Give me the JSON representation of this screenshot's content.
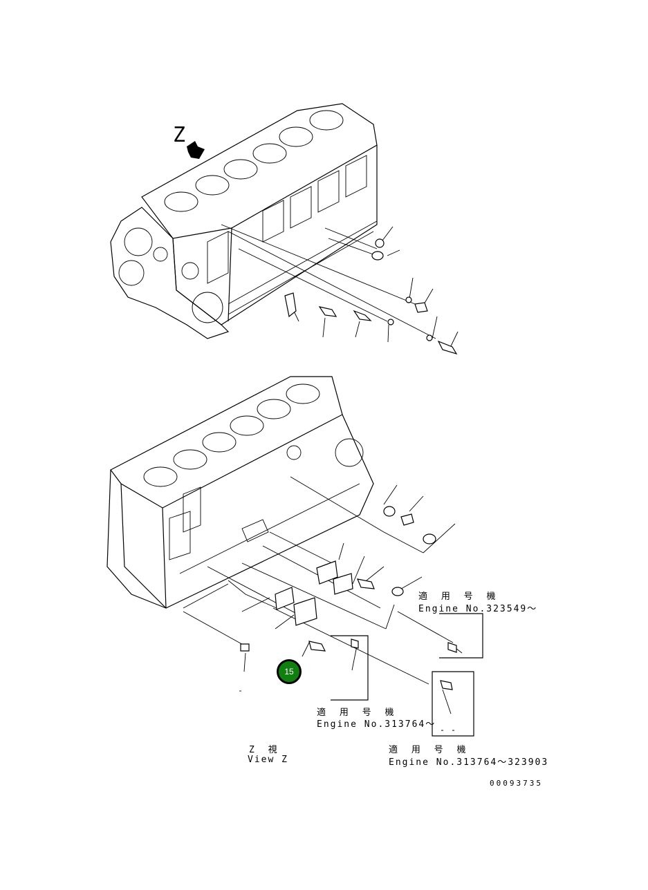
{
  "view_marker": {
    "label": "Z",
    "arrow_icon": "arrow-down-right-icon"
  },
  "callout": {
    "number": "15",
    "color": "#107f10"
  },
  "notes": [
    {
      "jp": "適 用 号 機",
      "en": "Engine No.323549～"
    },
    {
      "jp": "適 用 号 機",
      "en": "Engine No.313764～"
    },
    {
      "jp": "適 用 号 機",
      "en": "Engine No.313764～323903"
    }
  ],
  "view_caption": {
    "jp": "Z 視",
    "en": "View Z"
  },
  "doc_number": "00093735"
}
